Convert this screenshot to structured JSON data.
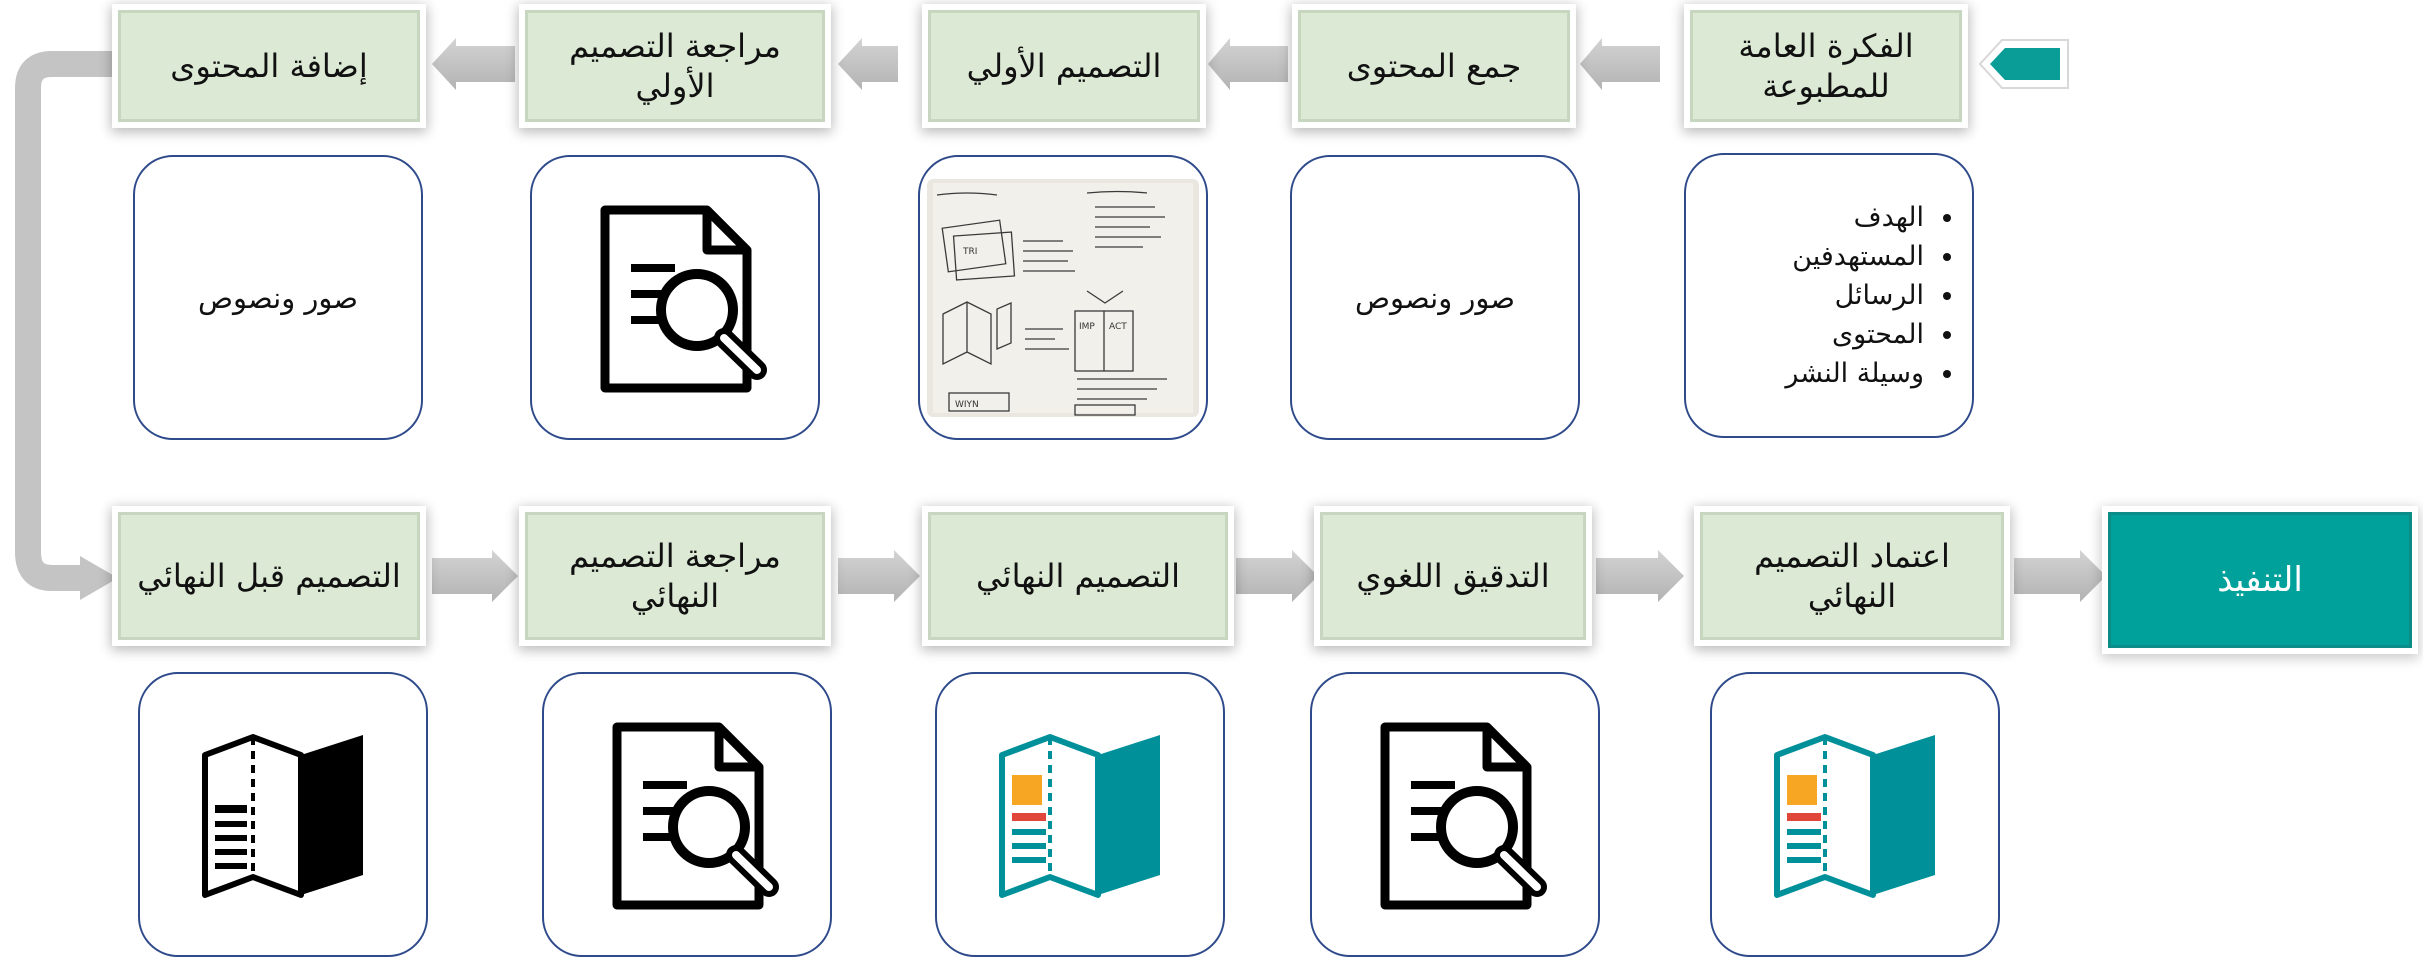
{
  "colors": {
    "step_fill": "#dce9d5",
    "step_border": "#c7d6bf",
    "exec_fill": "#00a19a",
    "card_border": "#2e4a8a",
    "arrow": "#c4c4c4",
    "teal": "#00909a",
    "orange": "#f6a623",
    "red": "#e0473a"
  },
  "top_row": {
    "steps": [
      "الفكرة العامة للمطبوعة",
      "جمع المحتوى",
      "التصميم الأولي",
      "مراجعة التصميم الأولي",
      "إضافة المحتوى"
    ],
    "cards": {
      "idea_bullets": [
        "الهدف",
        "المستهدفين",
        "الرسائل",
        "المحتوى",
        "وسيلة النشر"
      ],
      "collect_text": "صور ونصوص",
      "initial_design_image": "hand-drawn-sketch",
      "review_icon": "document-search-icon",
      "add_content_text": "صور ونصوص"
    }
  },
  "bottom_row": {
    "steps": [
      "التنفيذ",
      "اعتماد التصميم النهائي",
      "التدقيق اللغوي",
      "التصميم النهائي",
      "مراجعة التصميم النهائي",
      "التصميم قبل النهائي"
    ],
    "cards": {
      "approval_icon": "color-brochure-icon",
      "proofread_icon": "document-search-icon",
      "final_design_icon": "color-brochure-icon",
      "final_review_icon": "document-search-icon",
      "pre_final_icon": "bw-brochure-icon"
    }
  }
}
